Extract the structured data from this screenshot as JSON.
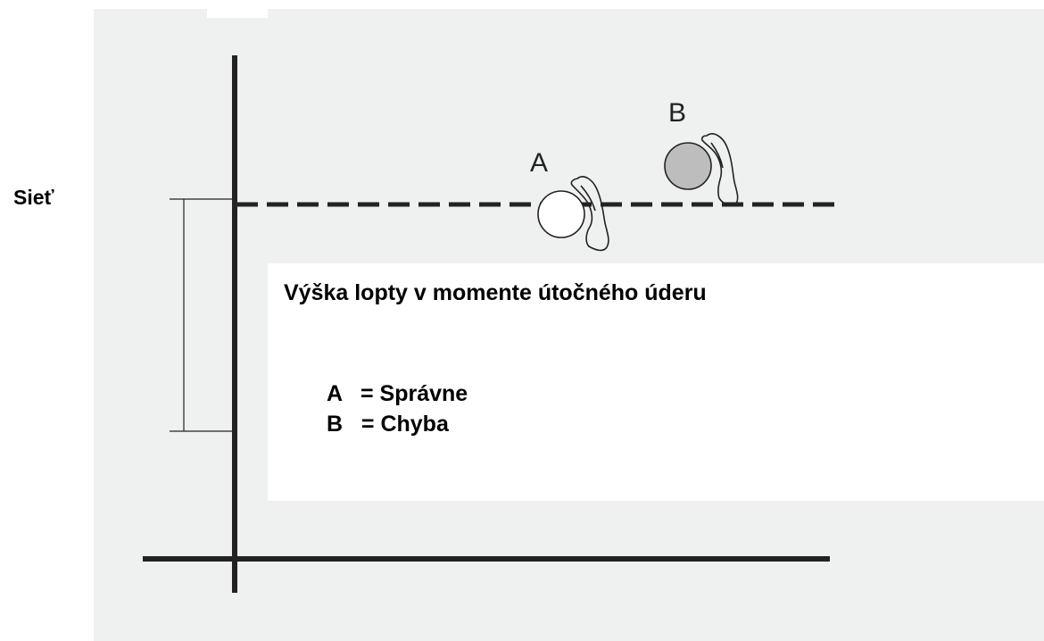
{
  "net_label": "Sieť",
  "title": "Výška lopty v momente útočného úderu",
  "legend": [
    {
      "key": "A",
      "text": "= Správne"
    },
    {
      "key": "B",
      "text": "= Chyba"
    }
  ],
  "balls": [
    {
      "letter": "A",
      "fill": "#ffffff",
      "meaning": "Správne"
    },
    {
      "letter": "B",
      "fill": "#bdbdbd",
      "meaning": "Chyba"
    }
  ],
  "colors": {
    "background_scan": "#eff0f0",
    "ink": "#222222"
  }
}
